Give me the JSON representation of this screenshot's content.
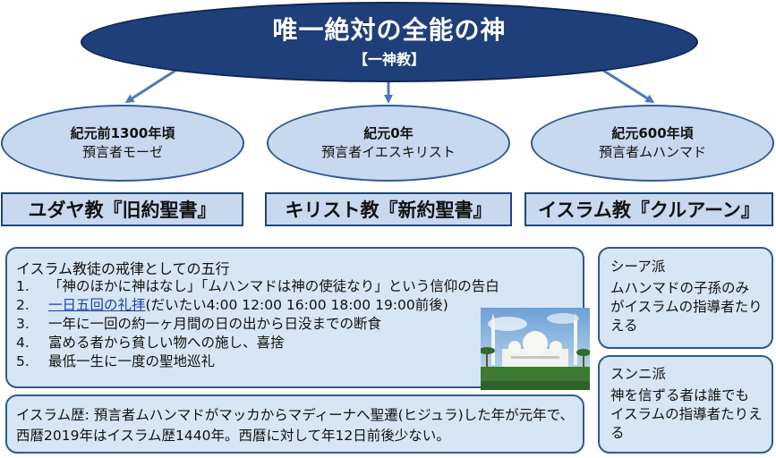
{
  "header": {
    "title": "唯一絶対の全能の神",
    "subtitle": "【一神教】",
    "fill_color": "#1f3f7a"
  },
  "eras": [
    {
      "period": "紀元前1300年頃",
      "prophet": "預言者モーゼ"
    },
    {
      "period": "紀元0年",
      "prophet": "預言者イエスキリスト"
    },
    {
      "period": "紀元600年頃",
      "prophet": "預言者ムハンマド"
    }
  ],
  "religions": [
    {
      "label": "ユダヤ教『旧約聖書』"
    },
    {
      "label": "キリスト教『新約聖書』"
    },
    {
      "label": "イスラム教『クルアーン』"
    }
  ],
  "pillars": {
    "title": "イスラム教徒の戒律としての五行",
    "items": [
      {
        "num": "1.",
        "text": "「神のほかに神はなし」「ムハンマドは神の使徒なり」という信仰の告白"
      },
      {
        "num": "2.",
        "link": "一日五回の礼拝",
        "text": "(だいたい4:00 12:00 16:00 18:00 19:00前後)"
      },
      {
        "num": "3.",
        "text": "一年に一回の約一ヶ月間の日の出から日没までの断食"
      },
      {
        "num": "4.",
        "text": "富める者から貧しい物への施し、喜捨"
      },
      {
        "num": "5.",
        "text": "最低一生に一度の聖地巡礼"
      }
    ]
  },
  "calendar": {
    "text": "イスラム歴: 預言者ムハンマドがマッカからマディーナへ聖遷(ヒジュラ)した年が元年で、西暦2019年はイスラム歴1440年。西暦に対して年12日前後少ない。"
  },
  "sects": [
    {
      "name": "シーア派",
      "description": "ムハンマドの子孫のみがイスラムの指導者たりえる"
    },
    {
      "name": "スンニ派",
      "description": "神を信ずる者は誰でもイスラムの指導者たりえる"
    }
  ],
  "colors": {
    "panel_fill": "#d6e6f4",
    "panel_border": "#2f5a8e",
    "oval_fill": "#c8d8ee",
    "arrow": "#4a7bb7"
  }
}
